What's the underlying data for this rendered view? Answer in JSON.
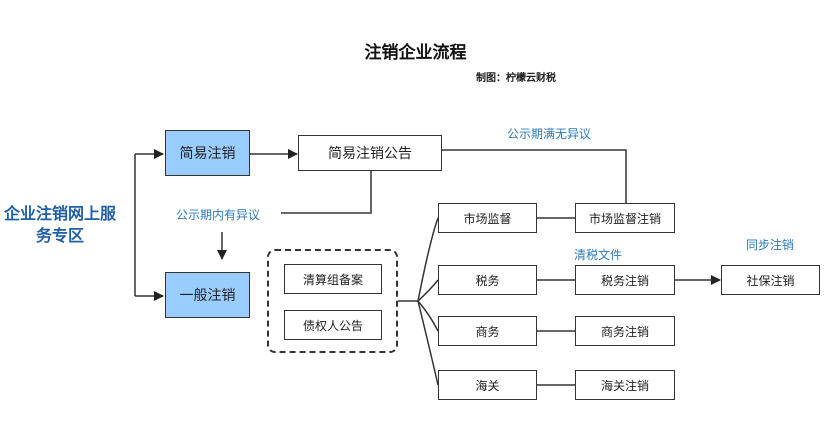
{
  "title": "注销企业流程",
  "credit": "制图：柠檬云财税",
  "zone_label": "企业注销网上服务专区",
  "nodes": {
    "simple_cancel": "简易注销",
    "simple_notice": "简易注销公告",
    "general_cancel": "一般注销",
    "liquidation": "清算组备案",
    "creditor_notice": "债权人公告",
    "market_supervision": "市场监督",
    "market_cancel": "市场监督注销",
    "tax": "税务",
    "tax_cancel": "税务注销",
    "social_cancel": "社保注销",
    "commerce": "商务",
    "commerce_cancel": "商务注销",
    "customs": "海关",
    "customs_cancel": "海关注销"
  },
  "edge_labels": {
    "no_objection": "公示期满无异议",
    "has_objection": "公示期内有异议",
    "tax_clearance": "清税文件",
    "sync_cancel": "同步注销"
  },
  "colors": {
    "highlight_box": "#99ccff",
    "label_text": "#2a7ab8",
    "zone_text": "#1f5fa8"
  }
}
